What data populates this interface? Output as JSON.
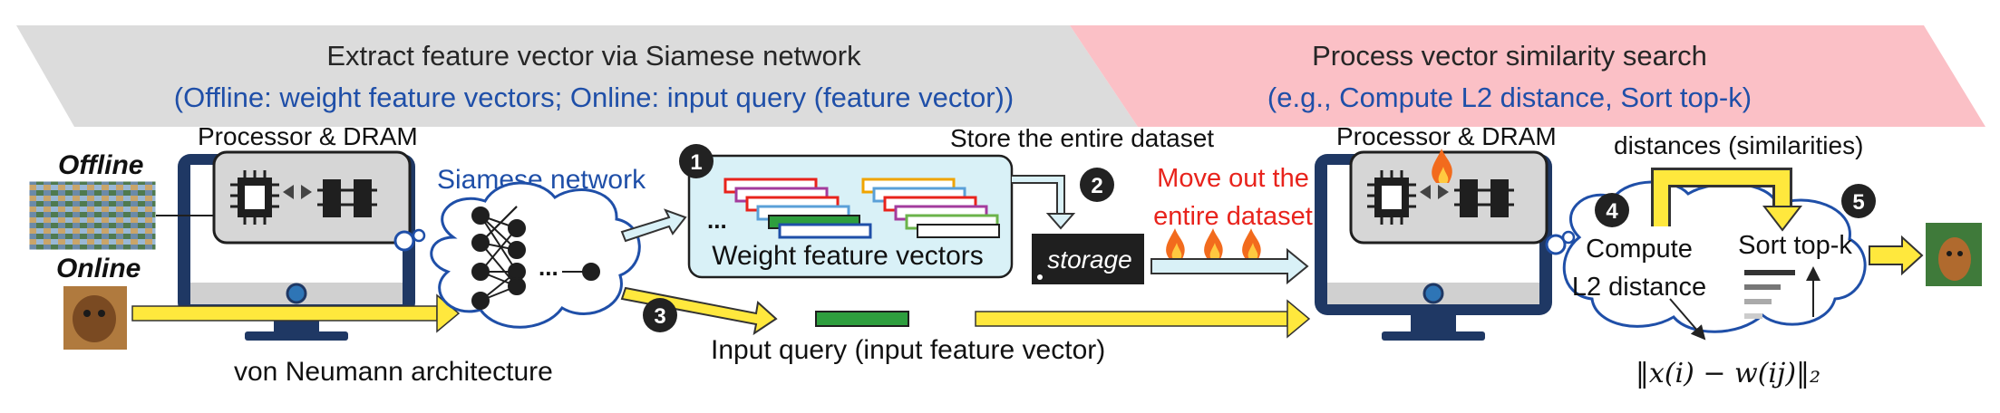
{
  "banner": {
    "left": {
      "title": "Extract feature vector via Siamese network",
      "subtitle": "(Offline: weight feature vectors; Online: input query (feature vector))"
    },
    "right": {
      "title": "Process vector similarity search",
      "subtitle": "(e.g., Compute L2 distance, Sort top-k)"
    }
  },
  "labels": {
    "offline": "Offline",
    "online": "Online",
    "proc_dram_1": "Processor & DRAM",
    "proc_dram_2": "Processor & DRAM",
    "siamese": "Siamese network",
    "von_neumann": "von Neumann architecture",
    "store_dataset": "Store the entire dataset",
    "move_out_1": "Move out the",
    "move_out_2": "entire dataset",
    "weight_vectors": "Weight feature vectors",
    "storage": "storage",
    "input_query": "Input query (input feature vector)",
    "distances": "distances (similarities)",
    "compute_1": "Compute",
    "compute_2": "L2 distance",
    "sort": "Sort top-k",
    "formula": "‖x(i) − w(ij)‖₂",
    "ellipsis": "..."
  },
  "steps": [
    "1",
    "2",
    "3",
    "4",
    "5"
  ],
  "colors": {
    "banner_gray": "#dcdcdc",
    "banner_pink": "#fbc0c6",
    "blue_text": "#1f4fa8",
    "red_text": "#e8231c",
    "monitor_blue": "#1f3864",
    "cloud_stroke": "#1f4fa8",
    "yellow_arrow": "#ffe83d",
    "light_panel": "#d9f1f7"
  }
}
